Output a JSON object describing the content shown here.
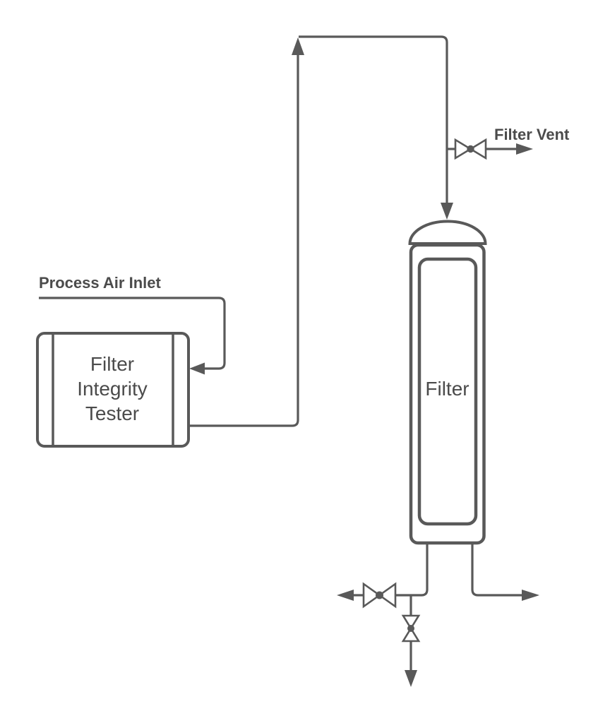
{
  "labels": {
    "process_air_inlet": "Process Air Inlet",
    "filter_vent": "Filter Vent",
    "tester_lines": [
      "Filter",
      "Integrity",
      "Tester"
    ],
    "vessel": "Filter"
  },
  "colors": {
    "line": "#595959",
    "text": "#4b4b4b",
    "background": "#ffffff"
  }
}
